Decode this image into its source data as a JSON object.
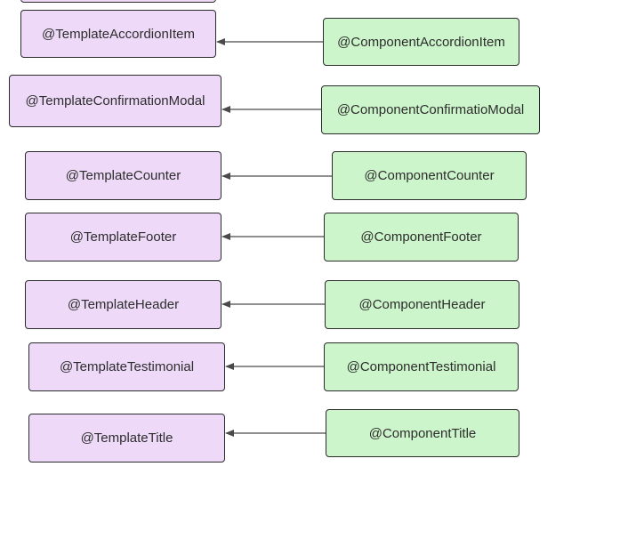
{
  "templates": [
    {
      "label": "@TemplateAccordionItem"
    },
    {
      "label": "@TemplateConfirmationModal"
    },
    {
      "label": "@TemplateCounter"
    },
    {
      "label": "@TemplateFooter"
    },
    {
      "label": "@TemplateHeader"
    },
    {
      "label": "@TemplateTestimonial"
    },
    {
      "label": "@TemplateTitle"
    }
  ],
  "components": [
    {
      "label": "@ComponentAccordionItem"
    },
    {
      "label": "@ComponentConfirmatioModal"
    },
    {
      "label": "@ComponentCounter"
    },
    {
      "label": "@ComponentFooter"
    },
    {
      "label": "@ComponentHeader"
    },
    {
      "label": "@ComponentTestimonial"
    },
    {
      "label": "@ComponentTitle"
    }
  ],
  "colors": {
    "template_fill": "#eedaf8",
    "component_fill": "#cdf5cb",
    "border": "#2b2b2b",
    "edge": "#4a4a4a"
  }
}
